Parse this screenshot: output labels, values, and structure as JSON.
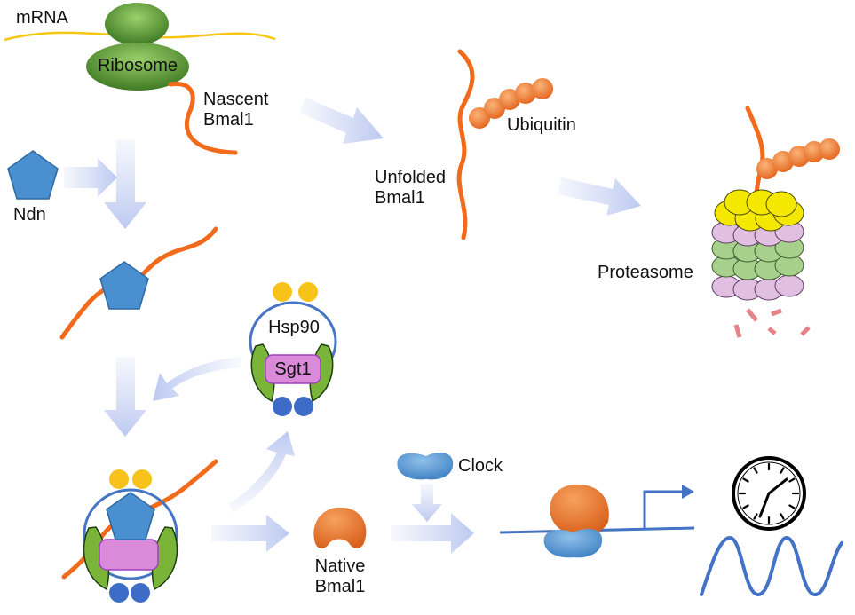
{
  "labels": {
    "mrna": "mRNA",
    "ribosome": "Ribosome",
    "nascent": [
      "Nascent",
      "Bmal1"
    ],
    "ndn": "Ndn",
    "ubiquitin": "Ubiquitin",
    "unfolded": [
      "Unfolded",
      "Bmal1"
    ],
    "proteasome": "Proteasome",
    "hsp90": "Hsp90",
    "sgt1": "Sgt1",
    "clock": "Clock",
    "native": [
      "Native",
      "Bmal1"
    ]
  },
  "colors": {
    "strand": "#f26a1b",
    "arrow": "#c4cff2",
    "pentagon": "#4a8fcf",
    "ribosome": "#5e9c3a",
    "yellow_dot": "#f7c21a",
    "ubiquitin": "#f07f2e",
    "hsp90_ring": "#4575c4",
    "hsp90_arms": "#7ab53a",
    "sgt1": "#d98ad9",
    "clock_protein": "#5b9bd5",
    "native_bmal1": "#e8772e",
    "proteasome_yellow": "#f5e800",
    "proteasome_pink": "#e1bfe3",
    "proteasome_green": "#a8d08d",
    "fragments": "#e8828a",
    "dna": "#4472c4"
  }
}
